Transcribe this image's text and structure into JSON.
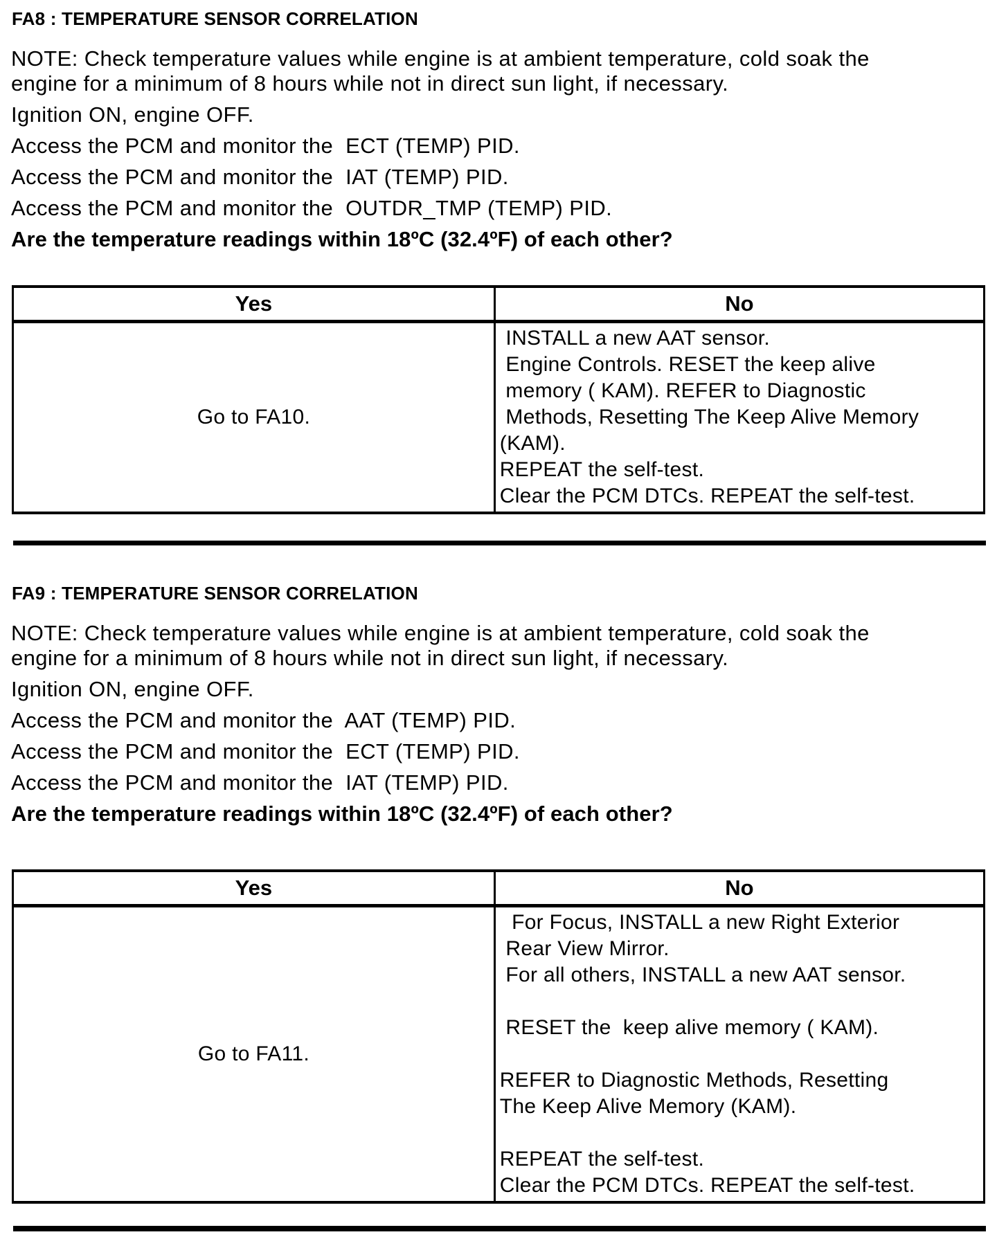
{
  "page": {
    "background": "#ffffff",
    "text_color": "#000000"
  },
  "sections": [
    {
      "id": "FA8",
      "heading": "FA8 : TEMPERATURE SENSOR CORRELATION",
      "note_lines": [
        "NOTE: Check temperature values while engine is at ambient temperature, cold soak the",
        "engine for a minimum of 8 hours while not in direct sun light, if necessary."
      ],
      "steps": [
        "Ignition ON, engine OFF.",
        "Access the PCM and monitor the  ECT (TEMP) PID.",
        "Access the PCM and monitor the  IAT (TEMP) PID.",
        "Access the PCM and monitor the  OUTDR_TMP (TEMP) PID."
      ],
      "question": "Are the temperature readings within 18ºC (32.4ºF) of each other?",
      "table": {
        "yes_header": "Yes",
        "no_header": "No",
        "yes_action": "Go to FA10.",
        "no_lines": [
          " INSTALL a new AAT sensor.",
          " Engine Controls. RESET the keep alive",
          " memory ( KAM). REFER to Diagnostic",
          " Methods, Resetting The Keep Alive Memory",
          "(KAM).",
          "REPEAT the self-test.",
          "Clear the PCM DTCs. REPEAT the self-test."
        ]
      }
    },
    {
      "id": "FA9",
      "heading": "FA9 : TEMPERATURE SENSOR CORRELATION",
      "note_lines": [
        "NOTE: Check temperature values while engine is at ambient temperature, cold soak the",
        "engine for a minimum of 8 hours while not in direct sun light, if necessary."
      ],
      "steps": [
        "Ignition ON, engine OFF.",
        "Access the PCM and monitor the  AAT (TEMP) PID.",
        "Access the PCM and monitor the  ECT (TEMP) PID.",
        "Access the PCM and monitor the  IAT (TEMP) PID."
      ],
      "question": "Are the temperature readings within 18ºC (32.4ºF) of each other?",
      "table": {
        "yes_header": "Yes",
        "no_header": "No",
        "yes_action": "Go to FA11.",
        "no_lines": [
          "  For Focus, INSTALL a new Right Exterior",
          " Rear View Mirror.",
          " For all others, INSTALL a new AAT sensor.",
          "",
          " RESET the  keep alive memory ( KAM).",
          "",
          "REFER to Diagnostic Methods, Resetting",
          "The Keep Alive Memory (KAM).",
          "",
          "REPEAT the self-test.",
          "Clear the PCM DTCs. REPEAT the self-test."
        ]
      }
    }
  ]
}
